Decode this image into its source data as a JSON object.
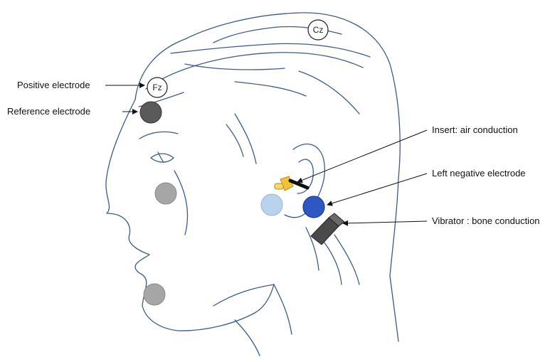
{
  "labels": {
    "positive_electrode": "Positive electrode",
    "reference_electrode": "Reference electrode",
    "insert": "Insert: air conduction",
    "left_negative": "Left negative electrode",
    "vibrator": "Vibrator : bone conduction"
  },
  "electrodes": {
    "fz": "Fz",
    "cz": "Cz"
  },
  "colors": {
    "outline": "#3d5a8c",
    "reference": "#5a5a5a",
    "unused": "#a6a6a6",
    "right_mastoid": "#b7d3ee",
    "left_negative": "#2f57c4",
    "insert": "#f2c23a",
    "vibrator": "#4a4a4a"
  }
}
